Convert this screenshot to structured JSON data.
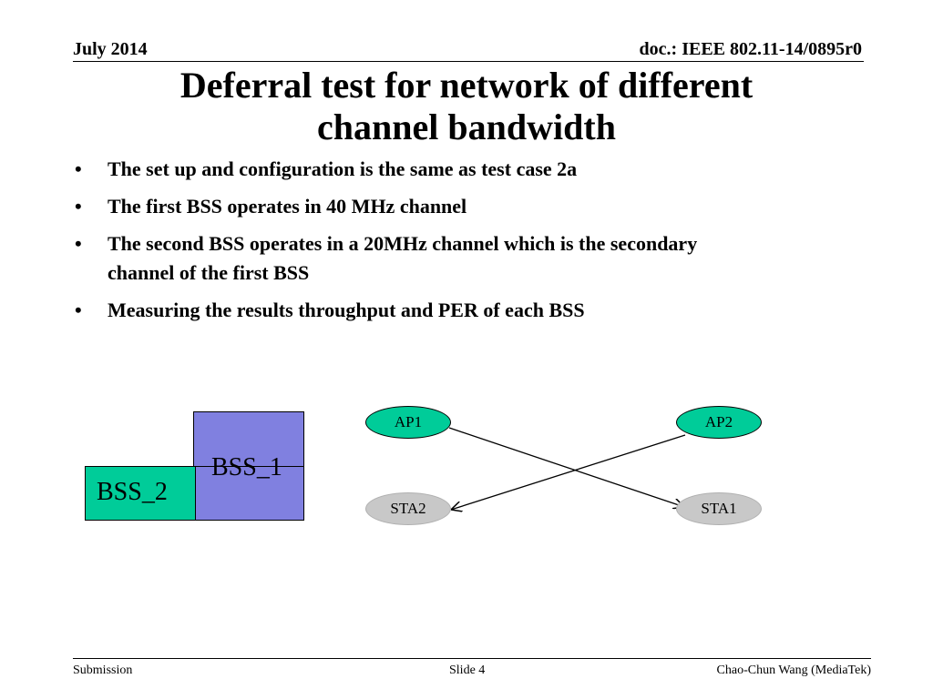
{
  "header": {
    "date": "July 2014",
    "doc_id": "doc.: IEEE 802.11-14/0895r0"
  },
  "title": {
    "line1": "Deferral test for network of different",
    "line2": "channel bandwidth"
  },
  "bullet_symbol": "•",
  "bullets": [
    "The set up and configuration is the same as test case 2a",
    "The first BSS operates in 40 MHz channel",
    "The second BSS operates in a 20MHz channel which is the secondary channel of the first BSS",
    "Measuring the results throughput and PER of each BSS"
  ],
  "bandwidth_diagram": {
    "bss1_label": "BSS_1",
    "bss2_label": "BSS_2",
    "bss1_color": "#8080e0",
    "bss2_color": "#00cc99"
  },
  "topology": {
    "ap1": "AP1",
    "ap2": "AP2",
    "sta1": "STA1",
    "sta2": "STA2",
    "ap_color": "#00cc99",
    "sta_color": "#c8c8c8",
    "links": [
      {
        "from": "AP1",
        "to": "STA1"
      },
      {
        "from": "AP2",
        "to": "STA2"
      }
    ]
  },
  "footer": {
    "left": "Submission",
    "center": "Slide 4",
    "right": "Chao-Chun Wang (MediaTek)"
  }
}
